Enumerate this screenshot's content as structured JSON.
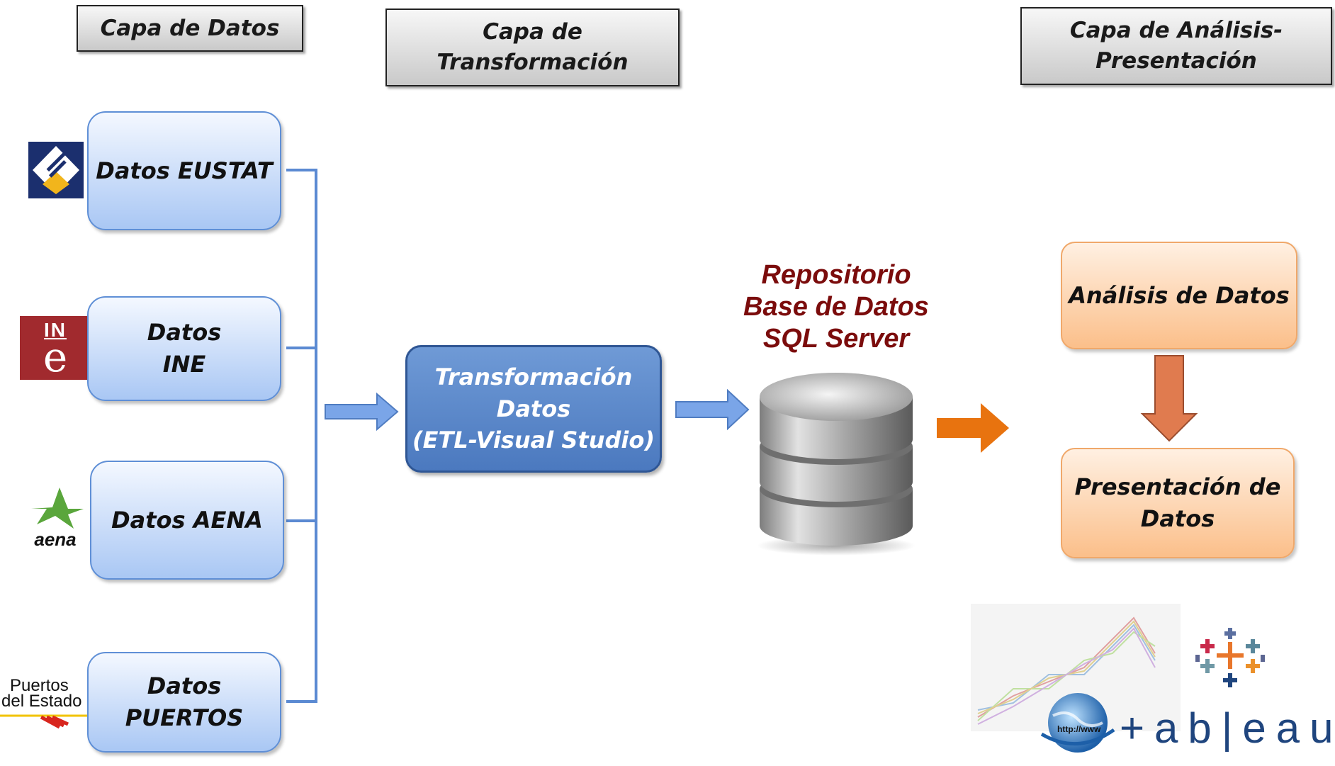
{
  "layers": {
    "data": {
      "lines": [
        "Capa de Datos"
      ]
    },
    "transform": {
      "lines": [
        "Capa de",
        "Transformación"
      ]
    },
    "analysis": {
      "lines": [
        "Capa de Análisis-",
        "Presentación"
      ]
    }
  },
  "sources": [
    {
      "id": "eustat",
      "lines": [
        "Datos EUSTAT"
      ]
    },
    {
      "id": "ine",
      "lines": [
        "Datos",
        "INE"
      ],
      "logo_text": "IN"
    },
    {
      "id": "aena",
      "lines": [
        "Datos AENA"
      ],
      "logo_text": "aena"
    },
    {
      "id": "puertos",
      "lines": [
        "Datos",
        "PUERTOS"
      ],
      "logo_text": [
        "Puertos",
        "del Estado"
      ]
    }
  ],
  "etl": {
    "lines": [
      "Transformación",
      "Datos",
      "(ETL-Visual Studio)"
    ]
  },
  "repository": {
    "lines": [
      "Repositorio",
      "Base de Datos",
      "SQL Server"
    ]
  },
  "analysis": {
    "lines": [
      "Análisis de Datos"
    ]
  },
  "presentation": {
    "lines": [
      "Presentación de",
      "Datos"
    ]
  },
  "tools": {
    "tableau_wordmark": "+ab|eau",
    "globe_label": "http://www"
  },
  "colors": {
    "source_border": "#5f8fd6",
    "etl_fill": "#4f7cc1",
    "repository_title": "#7b0c0c",
    "orange_arrow": "#e8730f",
    "down_arrow": "#e07b4f",
    "connector": "#5f8fd6"
  }
}
